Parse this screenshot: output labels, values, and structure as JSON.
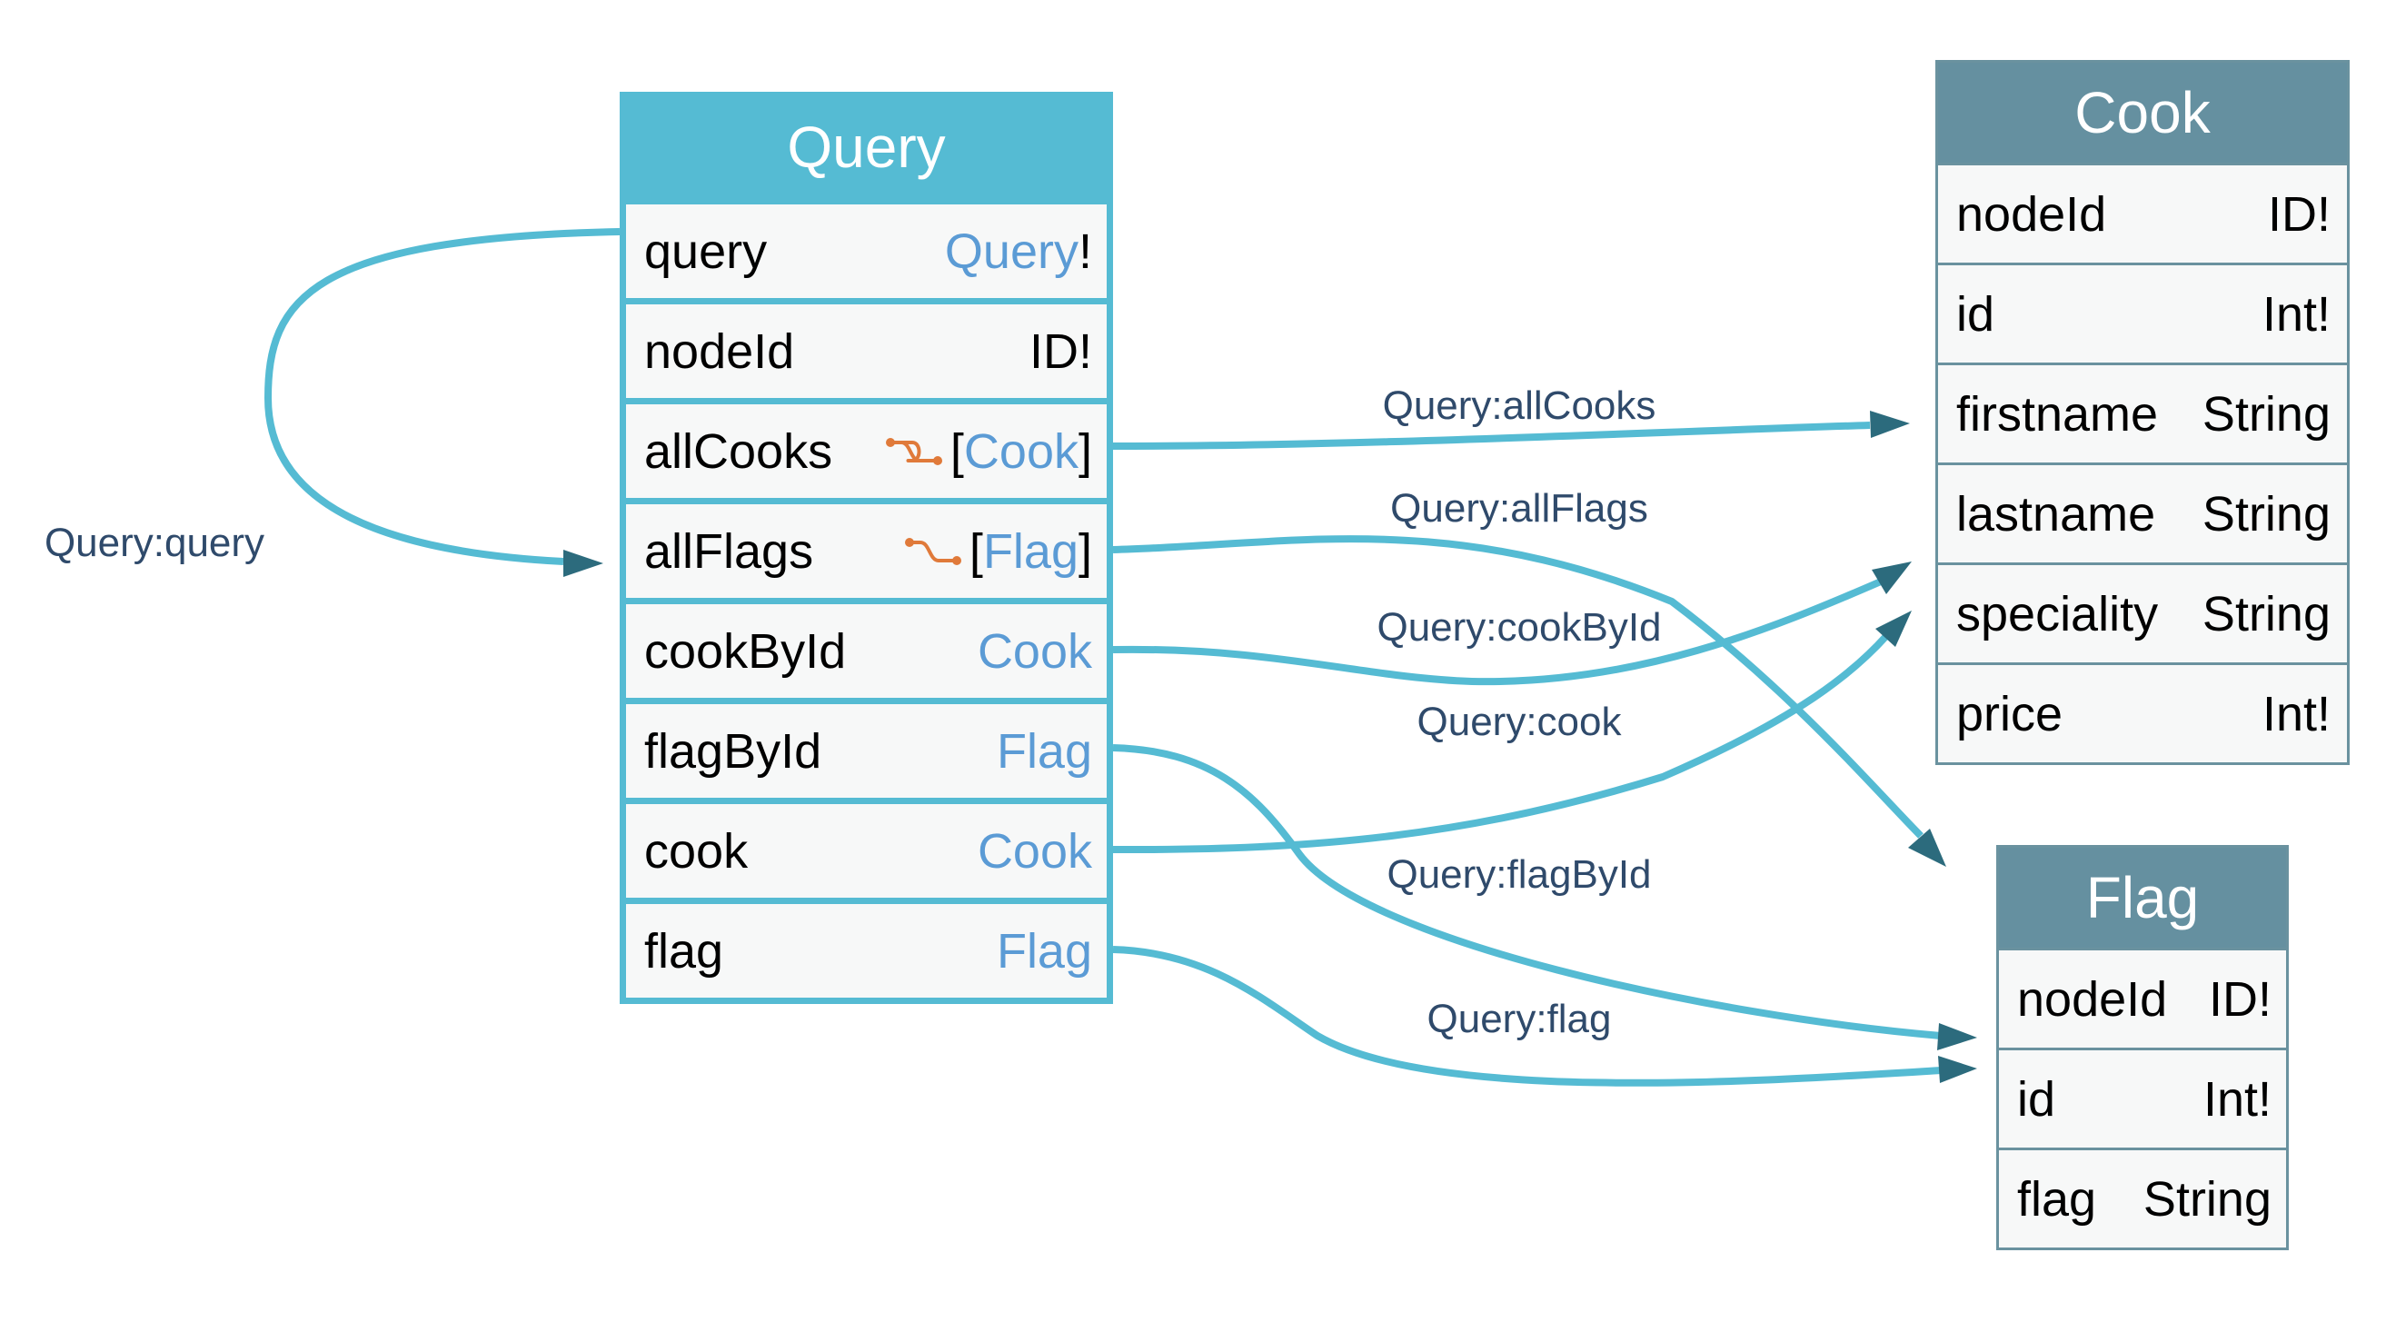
{
  "nodes": {
    "query": {
      "title": "Query",
      "fields": [
        {
          "name": "query",
          "type": "Query",
          "suffix": "!",
          "list": false,
          "connection": false
        },
        {
          "name": "nodeId",
          "type": "",
          "suffix": "ID!",
          "list": false,
          "connection": false
        },
        {
          "name": "allCooks",
          "type": "Cook",
          "suffix": "]",
          "prefix": "[",
          "list": true,
          "connection": true
        },
        {
          "name": "allFlags",
          "type": "Flag",
          "suffix": "]",
          "prefix": "[",
          "list": true,
          "connection": true
        },
        {
          "name": "cookById",
          "type": "Cook",
          "suffix": "",
          "list": false,
          "connection": false
        },
        {
          "name": "flagById",
          "type": "Flag",
          "suffix": "",
          "list": false,
          "connection": false
        },
        {
          "name": "cook",
          "type": "Cook",
          "suffix": "",
          "list": false,
          "connection": false
        },
        {
          "name": "flag",
          "type": "Flag",
          "suffix": "",
          "list": false,
          "connection": false
        }
      ]
    },
    "cook": {
      "title": "Cook",
      "fields": [
        {
          "name": "nodeId",
          "type": "ID!"
        },
        {
          "name": "id",
          "type": "Int!"
        },
        {
          "name": "firstname",
          "type": "String"
        },
        {
          "name": "lastname",
          "type": "String"
        },
        {
          "name": "speciality",
          "type": "String"
        },
        {
          "name": "price",
          "type": "Int!"
        }
      ]
    },
    "flag": {
      "title": "Flag",
      "fields": [
        {
          "name": "nodeId",
          "type": "ID!"
        },
        {
          "name": "id",
          "type": "Int!"
        },
        {
          "name": "flag",
          "type": "String"
        }
      ]
    }
  },
  "edges": [
    {
      "label": "Query:query"
    },
    {
      "label": "Query:allCooks"
    },
    {
      "label": "Query:allFlags"
    },
    {
      "label": "Query:cookById"
    },
    {
      "label": "Query:cook"
    },
    {
      "label": "Query:flagById"
    },
    {
      "label": "Query:flag"
    }
  ],
  "colors": {
    "query_node": "#55bbd3",
    "type_node_header": "#6590a0",
    "type_name": "#5b9bd5",
    "connection_icon": "#e07a3a",
    "edge": "#55bbd3",
    "arrowhead": "#2c6b7d",
    "edge_label": "#2f4a6b"
  },
  "icons": {
    "connection": "connection-icon"
  }
}
